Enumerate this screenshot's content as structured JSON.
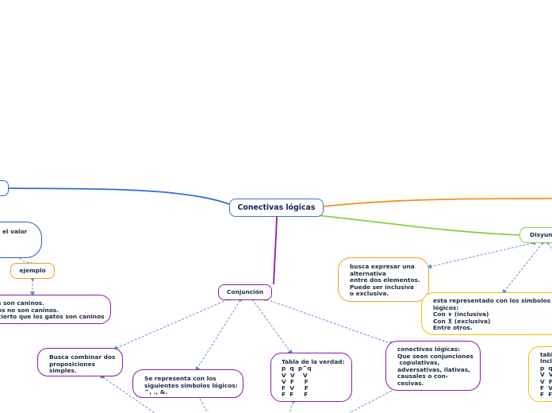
{
  "central": "Conectivas lógicas",
  "left_stub": "",
  "valor": "el valor",
  "ejemplo": "ejemplo",
  "perros": "s son caninos.\nos no son caninos.\ncierto que los gatos son caninos",
  "conjuncion": "Conjunción",
  "combinar": "Busca combinar dos\nproposiciones\nsimples.",
  "simbolos": "Se representa con los\nsiguientes simbolos lógicos:\n^, ., &.",
  "tabla": "Tabla de la verdad:\np  q  p^q\nV  V    V\nV  F     F\nF  V     F\nF  F     F",
  "conectivas": "conectivas lógicas:\nQue sean conjunciones\n copulativas,\nadversativas, ilativas,\ncausales o con-\ncesivas.",
  "disyuncion": "Disyunción",
  "busca": "busca expresar una\nalternativa\nentre dos elementos.\nPuede ser inclusiva\no exclusiva.",
  "esta": "esta representado con los simbolos\nlógicos:\nCon ∨ (inclusiva)\nCon ⊻ (exclusiva)\nEntre otros.",
  "tabla2": "tabla de la verdad\nInclusiva:\np  q  p∨q\nV  V   V\nV  F   V\nF  V   V\nF  F   F",
  "colors": {
    "blue_branch": "#2c6fd8",
    "orange_branch": "#f5921e",
    "green_branch": "#88d040",
    "purple_branch": "#8a1aa8",
    "dashed_link": "#4d8cd6"
  }
}
